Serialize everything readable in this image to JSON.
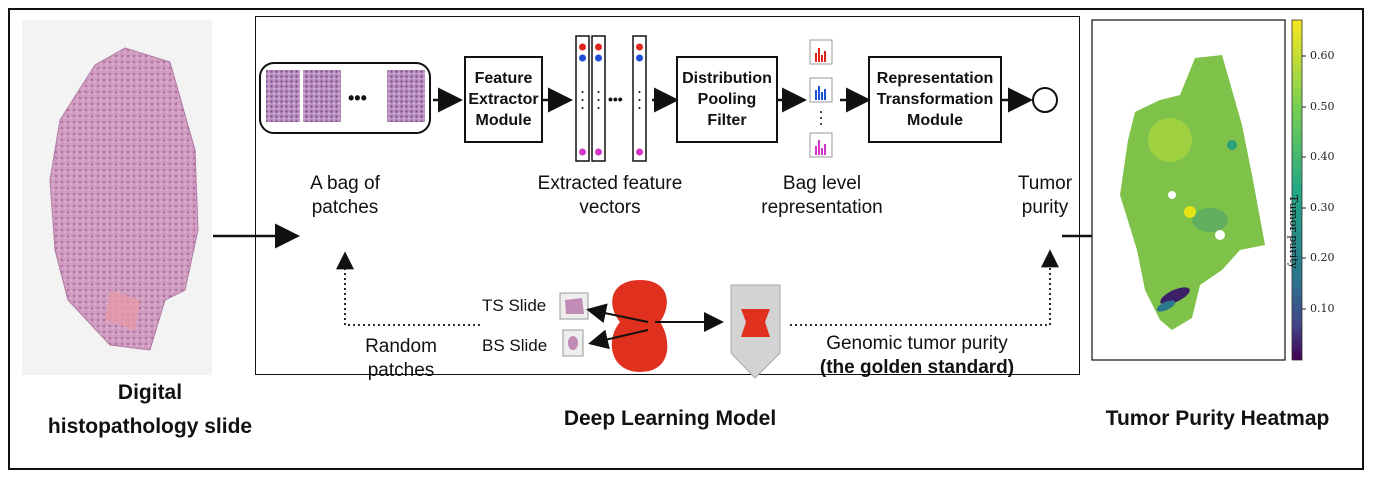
{
  "labels": {
    "slide_caption_line1": "Digital",
    "slide_caption_line2": "histopathology slide",
    "model_caption": "Deep Learning Model",
    "heatmap_caption": "Tumor Purity Heatmap",
    "bag_line1": "A bag of",
    "bag_line2": "patches",
    "feature_vectors_line1": "Extracted feature",
    "feature_vectors_line2": "vectors",
    "bag_rep_line1": "Bag level",
    "bag_rep_line2": "representation",
    "tumor_line1": "Tumor",
    "tumor_line2": "purity",
    "random_line1": "Random",
    "random_line2": "patches",
    "ts_slide": "TS Slide",
    "bs_slide": "BS Slide",
    "genomic_line1": "Genomic tumor purity",
    "genomic_line2": "(the golden standard)",
    "ellipsis": "•••"
  },
  "modules": {
    "feature_extractor": "Feature\nExtractor\nModule",
    "distribution_pooling": "Distribution\nPooling\nFilter",
    "representation_transformation": "Representation\nTransformation\nModule"
  },
  "colorbar": {
    "label": "Tumor purity",
    "ticks": [
      "0.60",
      "0.50",
      "0.40",
      "0.30",
      "0.20",
      "0.10"
    ],
    "colors": {
      "high": "#f9e721",
      "mid": "#22a884",
      "low": "#440154"
    }
  },
  "colors": {
    "slide_tissue": "#c98fb5",
    "dot_red": "#e0261c",
    "dot_blue": "#1d4fd6",
    "dot_magenta": "#d633c9",
    "kidney": "#e0301e",
    "heatmap_base": "#7ec24a"
  }
}
